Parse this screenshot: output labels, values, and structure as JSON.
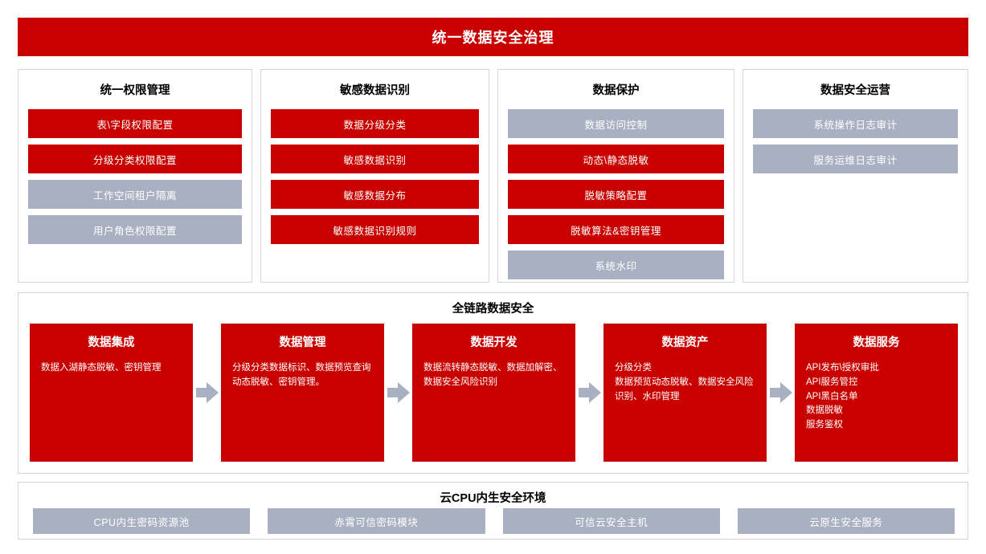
{
  "banner": {
    "title": "统一数据安全治理",
    "bg_color": "#c80000"
  },
  "colors": {
    "red": "#c80000",
    "gray": "#a9b0c2",
    "panel_border": "#d4d4d4",
    "text_on_fill": "#ffffff"
  },
  "panels": [
    {
      "title": "统一权限管理",
      "items": [
        {
          "label": "表\\字段权限配置",
          "style": "red"
        },
        {
          "label": "分级分类权限配置",
          "style": "red"
        },
        {
          "label": "工作空间租户隔离",
          "style": "gray"
        },
        {
          "label": "用户角色权限配置",
          "style": "gray"
        }
      ]
    },
    {
      "title": "敏感数据识别",
      "items": [
        {
          "label": "数据分级分类",
          "style": "red"
        },
        {
          "label": "敏感数据识别",
          "style": "red"
        },
        {
          "label": "敏感数据分布",
          "style": "red"
        },
        {
          "label": "敏感数据识别规则",
          "style": "red"
        }
      ]
    },
    {
      "title": "数据保护",
      "items": [
        {
          "label": "数据访问控制",
          "style": "gray"
        },
        {
          "label": "动态\\静态脱敏",
          "style": "red"
        },
        {
          "label": "脱敏策略配置",
          "style": "red"
        },
        {
          "label": "脱敏算法&密钥管理",
          "style": "red"
        },
        {
          "label": "系统水印",
          "style": "gray"
        }
      ]
    },
    {
      "title": "数据安全运营",
      "items": [
        {
          "label": "系统操作日志审计",
          "style": "gray"
        },
        {
          "label": "服务运维日志审计",
          "style": "gray"
        }
      ]
    }
  ],
  "pipeline": {
    "title": "全链路数据安全",
    "stages": [
      {
        "title": "数据集成",
        "desc": "数据入湖静态脱敏、密钥管理"
      },
      {
        "title": "数据管理",
        "desc": "分级分类数据标识、数据预览查询动态脱敏、密钥管理。"
      },
      {
        "title": "数据开发",
        "desc": "数据流转静态脱敏、数据加解密、数据安全风险识别"
      },
      {
        "title": "数据资产",
        "desc": "分级分类\n数据预览动态脱敏、数据安全风险识别、水印管理"
      },
      {
        "title": "数据服务",
        "desc": "API发布\\授权审批\nAPI服务管控\nAPI黑白名单\n数据脱敏\n服务鉴权"
      }
    ],
    "arrow_icon": "arrow-right-icon"
  },
  "bottom": {
    "title": "云CPU内生安全环境",
    "items": [
      {
        "label": "CPU内生密码资源池",
        "style": "gray"
      },
      {
        "label": "赤霄可信密码模块",
        "style": "gray"
      },
      {
        "label": "可信云安全主机",
        "style": "gray"
      },
      {
        "label": "云原生安全服务",
        "style": "gray"
      }
    ]
  }
}
